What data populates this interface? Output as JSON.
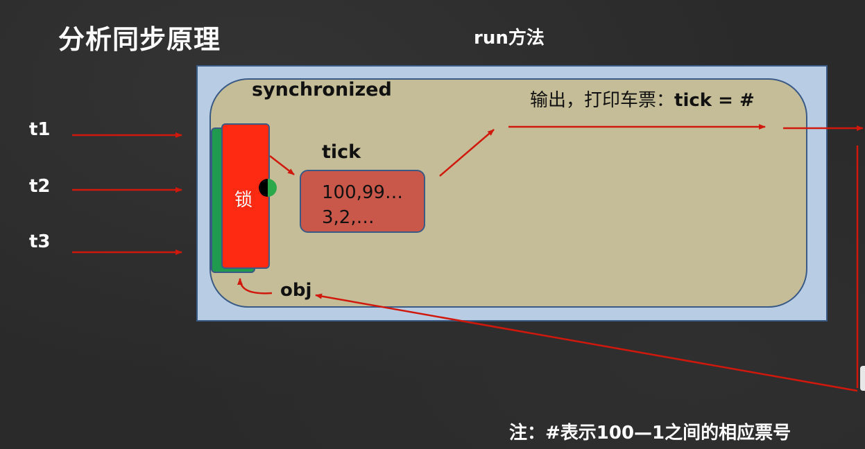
{
  "title": "分析同步原理",
  "subtitle": "run方法",
  "threads": [
    "t1",
    "t2",
    "t3"
  ],
  "synchronized_label": "synchronized",
  "output": {
    "prefix": "输出，打印车票：",
    "code": "tick = #"
  },
  "lock_label": "锁",
  "tick": {
    "label": "tick",
    "line1": "100,99…",
    "line2": "3,2,…"
  },
  "obj_label": "obj",
  "note": "注：#表示100—1之间的相应票号",
  "colors": {
    "background": "#2a2a2a",
    "outer_box": "#b8cce4",
    "inner_box": "#c4bd97",
    "lock_front": "#ff2a12",
    "lock_back": "#1f9a4f",
    "tick_box": "#c9584a",
    "arrow": "#d0180c"
  }
}
